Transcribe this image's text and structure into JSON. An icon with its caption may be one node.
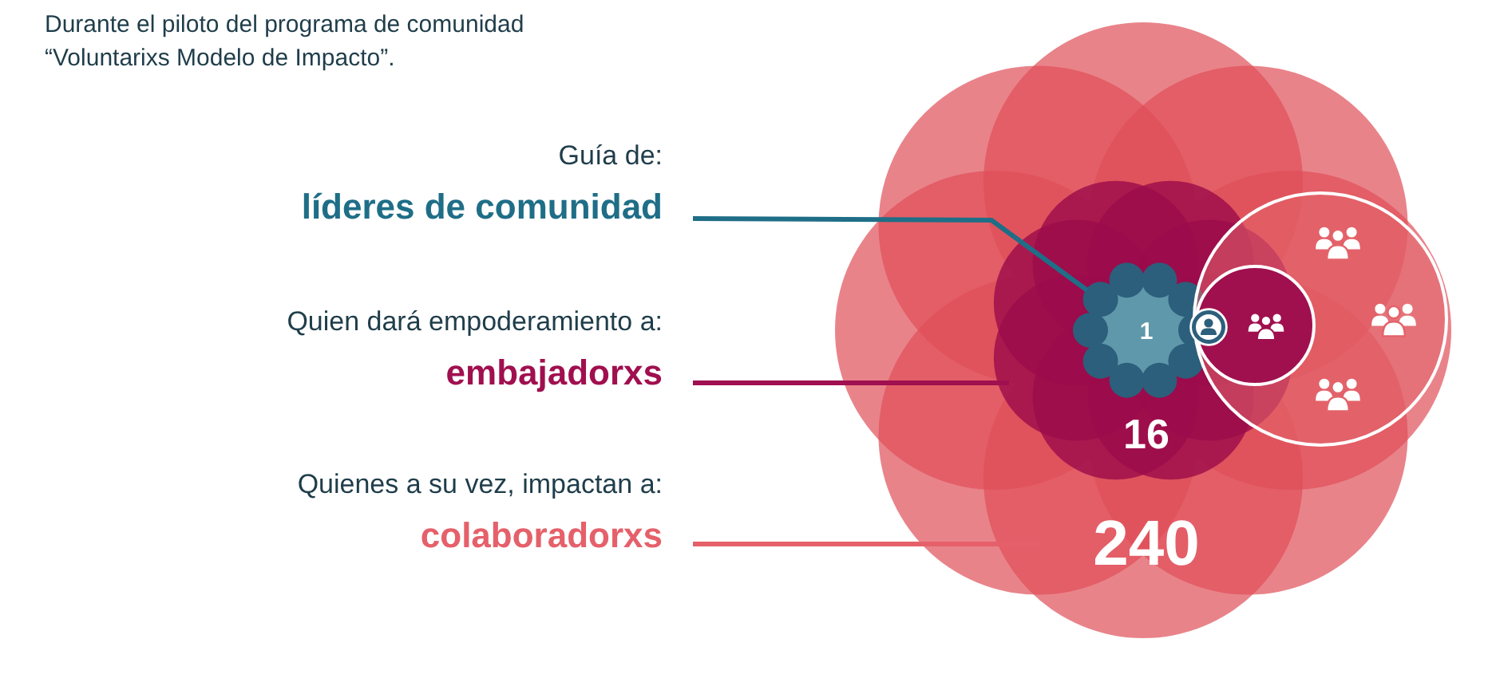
{
  "diagram": {
    "title": "Durante el piloto del programa de comunidad “Voluntarixs Modelo de Impacto”.",
    "nodes": [
      {
        "text": [
          "Guía de:",
          "líderes de comunidad"
        ]
      },
      {
        "text": [
          "Quien dará empoderamiento a:",
          "embajadorxs"
        ]
      },
      {
        "text": [
          "Quienes a su vez, impactan a:",
          "colaboradorxs"
        ]
      },
      {
        "text": [
          "240"
        ]
      },
      {
        "text": [
          "16"
        ],
        "in": 3
      },
      {
        "text": [
          "1"
        ],
        "in": 4
      }
    ],
    "edges": [
      {
        "from": 0,
        "to": 5,
        "arrow": "none",
        "color": "#1f6e87"
      },
      {
        "from": 1,
        "to": 4,
        "arrow": "none",
        "color": "#a00f4f"
      },
      {
        "from": 2,
        "to": 3,
        "arrow": "none",
        "color": "#e5606a"
      }
    ]
  }
}
